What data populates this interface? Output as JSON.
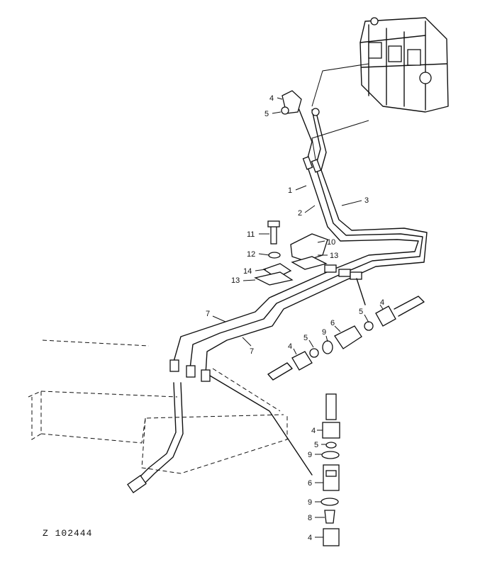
{
  "figure_id": "Z 102444",
  "callouts": {
    "c1": "1",
    "c2": "2",
    "c3": "3",
    "c4a": "4",
    "c5a": "5",
    "c10": "10",
    "c11": "11",
    "c12": "12",
    "c13a": "13",
    "c13b": "13",
    "c14": "14",
    "c7a": "7",
    "c7b": "7",
    "c4b": "4",
    "c5b": "5",
    "c6a": "6",
    "c9a": "9",
    "c5c": "5",
    "c4c": "4",
    "c4d": "4",
    "c5d": "5",
    "c9b": "9",
    "c6b": "6",
    "c9c": "9",
    "c8": "8",
    "c4e": "4"
  }
}
